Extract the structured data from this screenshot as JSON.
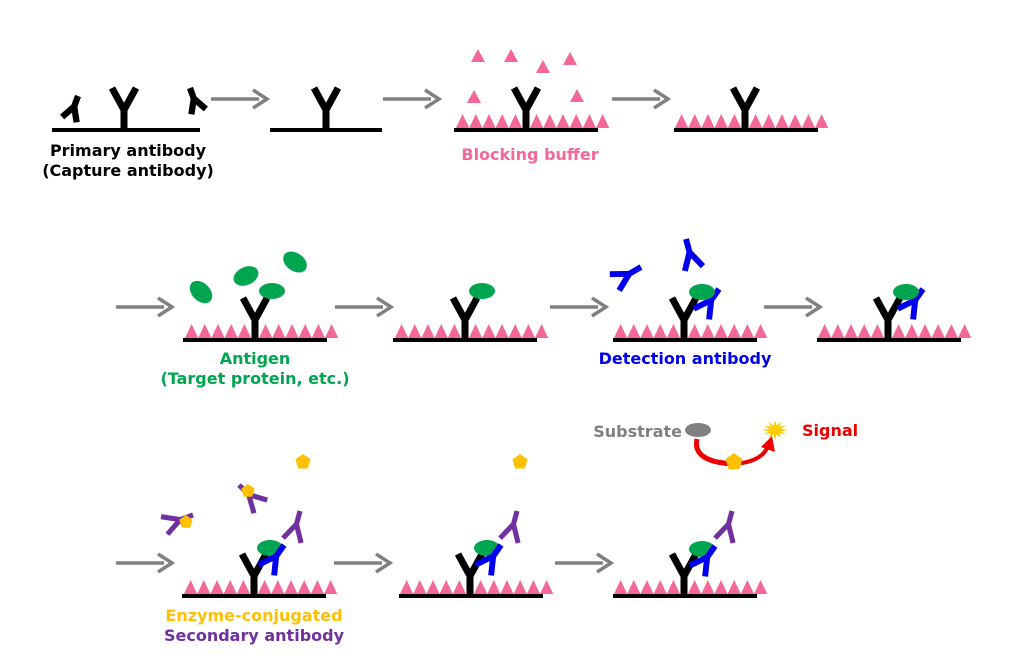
{
  "title": "Sandwich ELISA procedure",
  "colors": {
    "capture_antibody": "#000000",
    "blocking_buffer": "#f36896",
    "antigen": "#00a64f",
    "detection_antibody": "#0000ee",
    "secondary_antibody": "#7030a0",
    "enzyme": "#ffc000",
    "substrate": "#808080",
    "signal": "#ee0000",
    "arrow": "#808080",
    "plate": "#000000"
  },
  "labels": {
    "primary_antibody_line1": "Primary antibody",
    "primary_antibody_line2": "(Capture antibody)",
    "blocking_buffer": "Blocking buffer",
    "antigen_line1": "Antigen",
    "antigen_line2": "(Target protein, etc.)",
    "detection_antibody": "Detection antibody",
    "enzyme_conjugated": "Enzyme-conjugated",
    "secondary_antibody": "Secondary antibody",
    "substrate": "Substrate",
    "signal": "Signal"
  },
  "steps": [
    {
      "row": 1,
      "name": "add-capture-antibody"
    },
    {
      "row": 1,
      "name": "capture-antibody-bound"
    },
    {
      "row": 1,
      "name": "add-blocking-buffer"
    },
    {
      "row": 1,
      "name": "plate-blocked"
    },
    {
      "row": 2,
      "name": "add-antigen"
    },
    {
      "row": 2,
      "name": "antigen-bound"
    },
    {
      "row": 2,
      "name": "add-detection-antibody"
    },
    {
      "row": 2,
      "name": "detection-antibody-bound"
    },
    {
      "row": 3,
      "name": "add-secondary-antibody"
    },
    {
      "row": 3,
      "name": "secondary-antibody-bound"
    },
    {
      "row": 3,
      "name": "substrate-to-signal"
    }
  ]
}
